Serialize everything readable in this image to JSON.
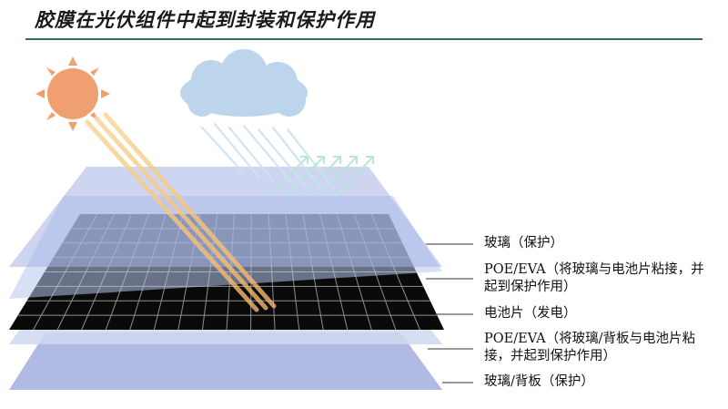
{
  "title": "胶膜在光伏组件中起到封装和保护作用",
  "colors": {
    "title_rule": "#2e6f55",
    "sun": "#f0a070",
    "cloud": "#bcd4ec",
    "glass": "#a9b7e2",
    "eva": "#b6c4ec",
    "cell": "#0a0a0a",
    "cell_grid": "#9a9a9a",
    "ray": "#f2c480",
    "rain": "#cde3f2",
    "reflect": "#c8ece4"
  },
  "layers": [
    {
      "id": "glass-top",
      "label": "玻璃（保护）"
    },
    {
      "id": "eva-top",
      "label": "POE/EVA（将玻璃与电池片粘接，并起到保护作用）"
    },
    {
      "id": "cell",
      "label": "电池片（发电）"
    },
    {
      "id": "eva-bottom",
      "label": "POE/EVA（将玻璃/背板与电池片粘接，并起到保护作用）"
    },
    {
      "id": "backsheet",
      "label": "玻璃/背板（保护）"
    }
  ]
}
